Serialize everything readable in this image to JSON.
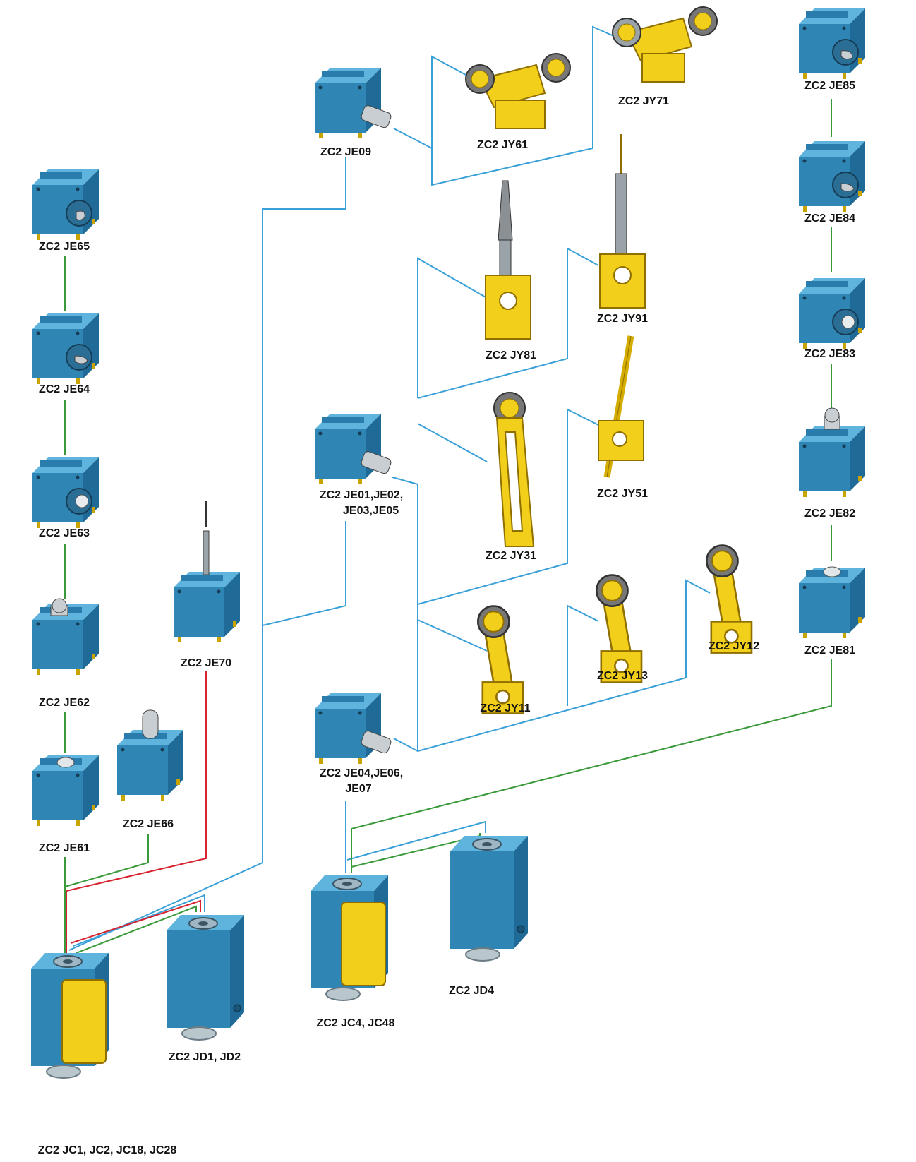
{
  "colors": {
    "accessory_line": "#3aa0d8",
    "green_line": "#3a9a3a",
    "red_line": "#d6232f",
    "body_blue": "#2f86b5",
    "body_blue_light": "#4aa7d3",
    "body_blue_dark": "#1f5f86",
    "yellow": "#f2cf1a",
    "yellow_dark": "#b58f00"
  },
  "labels": {
    "je65": "ZC2 JE65",
    "je64": "ZC2 JE64",
    "je63": "ZC2 JE63",
    "je62": "ZC2 JE62",
    "je61": "ZC2 JE61",
    "je66": "ZC2 JE66",
    "je70": "ZC2 JE70",
    "jc1": "ZC2 JC1, JC2, JC18, JC28",
    "jd1": "ZC2 JD1, JD2",
    "je09": "ZC2 JE09",
    "jy61": "ZC2 JY61",
    "jy71": "ZC2 JY71",
    "jy81": "ZC2 JY81",
    "jy91": "ZC2 JY91",
    "je01_line1": "ZC2 JE01,JE02,",
    "je01_line2": "JE03,JE05",
    "jy31": "ZC2 JY31",
    "jy51": "ZC2 JY51",
    "jy11": "ZC2 JY11",
    "jy13": "ZC2 JY13",
    "jy12": "ZC2 JY12",
    "je04_line1": "ZC2 JE04,JE06,",
    "je04_line2": "JE07",
    "jc4": "ZC2 JC4, JC48",
    "jd4": "ZC2 JD4",
    "je85": "ZC2 JE85",
    "je84": "ZC2 JE84",
    "je83": "ZC2 JE83",
    "je82": "ZC2 JE82",
    "je81": "ZC2 JE81"
  }
}
